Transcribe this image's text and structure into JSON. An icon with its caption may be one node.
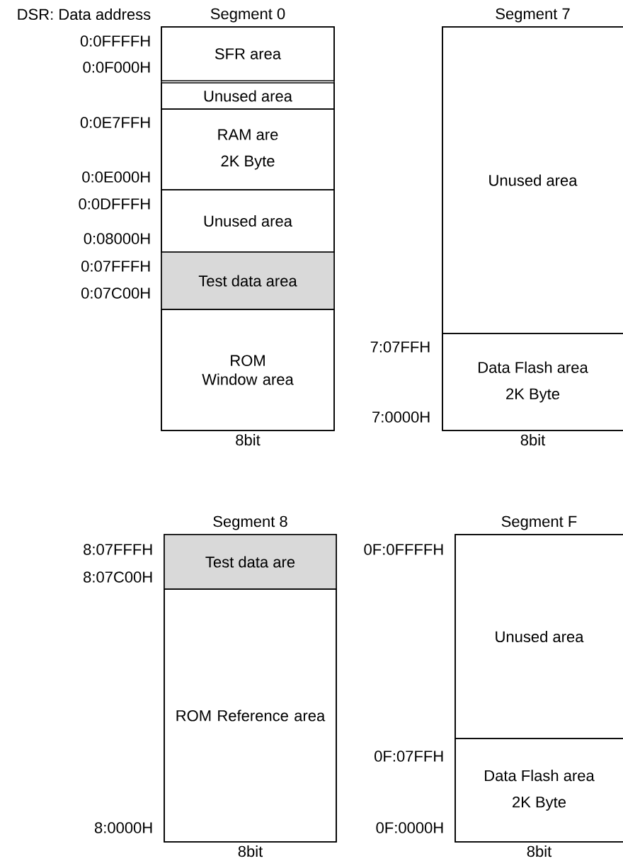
{
  "diagram": {
    "nodes": [
      {
        "text": [
          "Segment 0"
        ],
        "beside": [
          "8bit"
        ]
      },
      {
        "text": [
          "SFR area"
        ],
        "in": 0
      },
      {
        "text": [
          "Unused area"
        ],
        "in": 0
      },
      {
        "text": [
          "RAM are",
          "2K Byte"
        ],
        "in": 0
      },
      {
        "text": [
          "Unused area"
        ],
        "in": 0
      },
      {
        "text": [
          "Test data area"
        ],
        "in": 0
      },
      {
        "text": [
          "ROM Window area"
        ],
        "in": 0
      },
      {
        "text": [
          "Segment 7"
        ],
        "beside": [
          "8bit"
        ]
      },
      {
        "text": [
          "Unused area"
        ],
        "in": 7
      },
      {
        "text": [
          "Data Flash area",
          "2K Byte"
        ],
        "in": 7
      },
      {
        "text": [
          "Segment 8"
        ],
        "beside": [
          "8bit"
        ]
      },
      {
        "text": [
          "Test data are"
        ],
        "in": 10
      },
      {
        "text": [
          "ROM Reference area"
        ],
        "in": 10
      },
      {
        "text": [
          "Segment F"
        ],
        "beside": [
          "8bit"
        ]
      },
      {
        "text": [
          "Unused area"
        ],
        "in": 13
      },
      {
        "text": [
          "Data Flash area",
          "2K Byte"
        ],
        "in": 13
      }
    ],
    "labels": [
      "DSR: Data address",
      "0:0FFFFH",
      "0:0F000H",
      "0:0E7FFH",
      "0:0E000H",
      "0:0DFFFH",
      "0:08000H",
      "0:07FFFH",
      "0:07C00H",
      "7:07FFH",
      "7:0000H",
      "8:07FFFH",
      "8:07C00H",
      "8:0000H",
      "0F:0FFFFH",
      "0F:07FFH",
      "0F:0000H"
    ]
  }
}
